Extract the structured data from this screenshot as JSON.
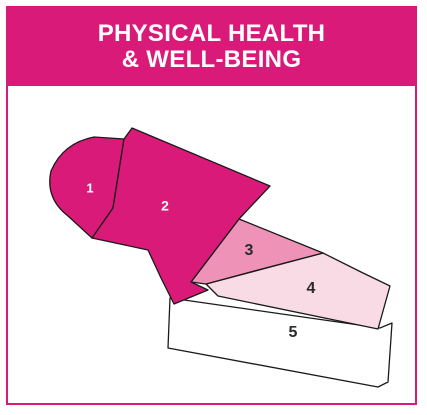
{
  "header": {
    "title_line1": "PHYSICAL HEALTH",
    "title_line2": "& WELL-BEING"
  },
  "diagram": {
    "segments": [
      {
        "label": "1",
        "fill": "#d91a78"
      },
      {
        "label": "2",
        "fill": "#d91a78"
      },
      {
        "label": "3",
        "fill": "#ee93b7"
      },
      {
        "label": "4",
        "fill": "#f8dbe5"
      },
      {
        "label": "5",
        "fill": "#ffffff"
      }
    ]
  },
  "colors": {
    "accent": "#d91a78",
    "outline": "#1a1a1a",
    "label_light": "#ffffff",
    "label_dark": "#2a2a2a"
  }
}
